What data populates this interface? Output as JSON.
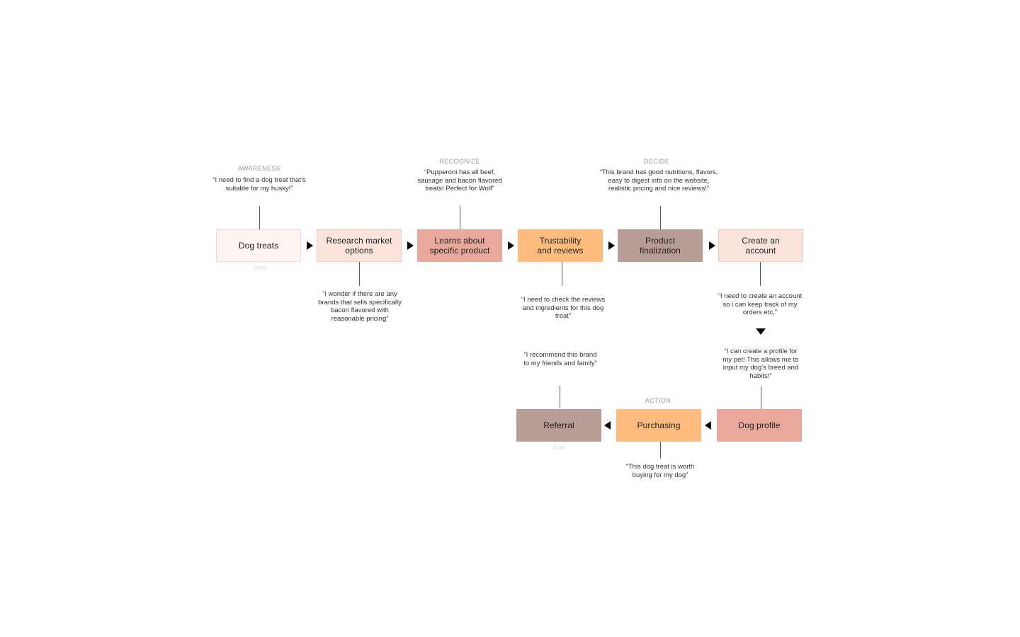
{
  "stages": {
    "awareness": "AWARENESS",
    "recognize": "RECOGNIZE",
    "decide": "DECIDE",
    "action": "ACTION"
  },
  "steps": {
    "dog_treats": "Dog treats",
    "research": "Research market options",
    "learns": "Learns about specific product",
    "trust": "Trustability and reviews",
    "finalization": "Product finalization",
    "create_account": "Create an account",
    "dog_profile": "Dog profile",
    "purchasing": "Purchasing",
    "referral": "Referral"
  },
  "markers": {
    "start": "Start",
    "end": "End"
  },
  "quotes": {
    "awareness": "“I need to find a dog treat that’s suitable for my husky!”",
    "research": "“I wonder if there are any brands that sells specifically bacon flavored with reasonable pricing”",
    "recognize": "“Pupperoni has all beef, sausage and bacon flavored treats! Perfect for Wolf”",
    "trust": "“I need to check the reviews and ingredients for this dog treat”",
    "decide": "“This brand has good nutritions, flavors, easy to digest info on the website, realistic pricing and nice reviews!”",
    "create_account": "“I need to create an account so i can keep track of my orders etc,”",
    "dog_profile": "“I can create a profile for my pet! This allows me to input my dog’s breed and habits!”",
    "referral": "“I recommend this brand to my friends and family”",
    "purchasing": "“This dog treat is worth buying for my dog”"
  },
  "colors": {
    "lightest": "#fff3ef",
    "light": "#fbe3dc",
    "pink": "#e8a89c",
    "orange": "#fdbc7d",
    "taupe": "#b79d95"
  }
}
